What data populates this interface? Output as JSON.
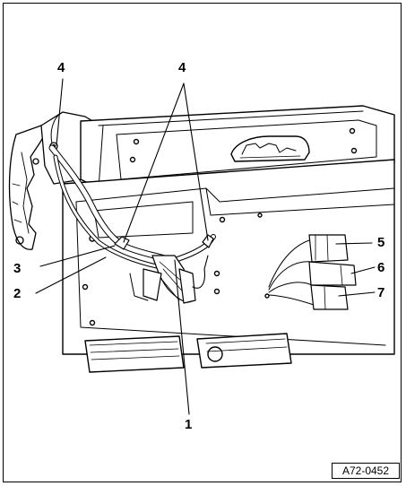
{
  "figure": {
    "reference_code": "A72-0452",
    "callouts": [
      {
        "id": "c1",
        "label": "1"
      },
      {
        "id": "c2",
        "label": "2"
      },
      {
        "id": "c3",
        "label": "3"
      },
      {
        "id": "c4a",
        "label": "4"
      },
      {
        "id": "c4b",
        "label": "4"
      },
      {
        "id": "c5",
        "label": "5"
      },
      {
        "id": "c6",
        "label": "6"
      },
      {
        "id": "c7",
        "label": "7"
      }
    ]
  }
}
